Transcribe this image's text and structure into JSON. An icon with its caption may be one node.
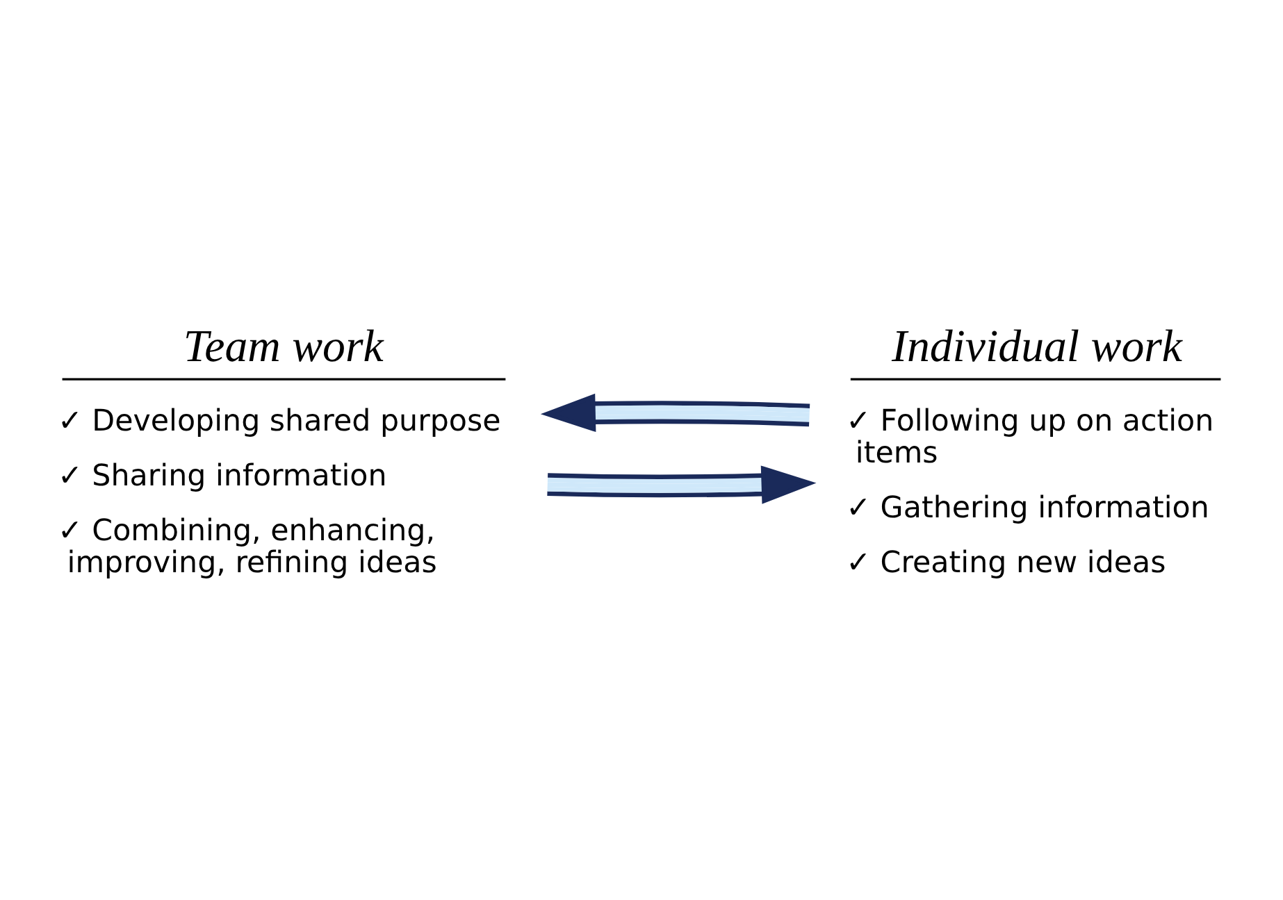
{
  "diagram": {
    "nodes": [
      {
        "text": [
          "Team work",
          "✓ Developing shared purpose",
          "✓ Sharing information",
          "✓ Combining, enhancing, improving, refining ideas"
        ]
      },
      {
        "text": [
          "Individual work",
          "✓ Following up on action items",
          "✓ Gathering information",
          "✓ Creating new ideas"
        ]
      }
    ],
    "edges": [
      {
        "from": 0,
        "to": 1,
        "arrow": "to"
      },
      {
        "from": 1,
        "to": 0,
        "arrow": "to"
      }
    ]
  }
}
